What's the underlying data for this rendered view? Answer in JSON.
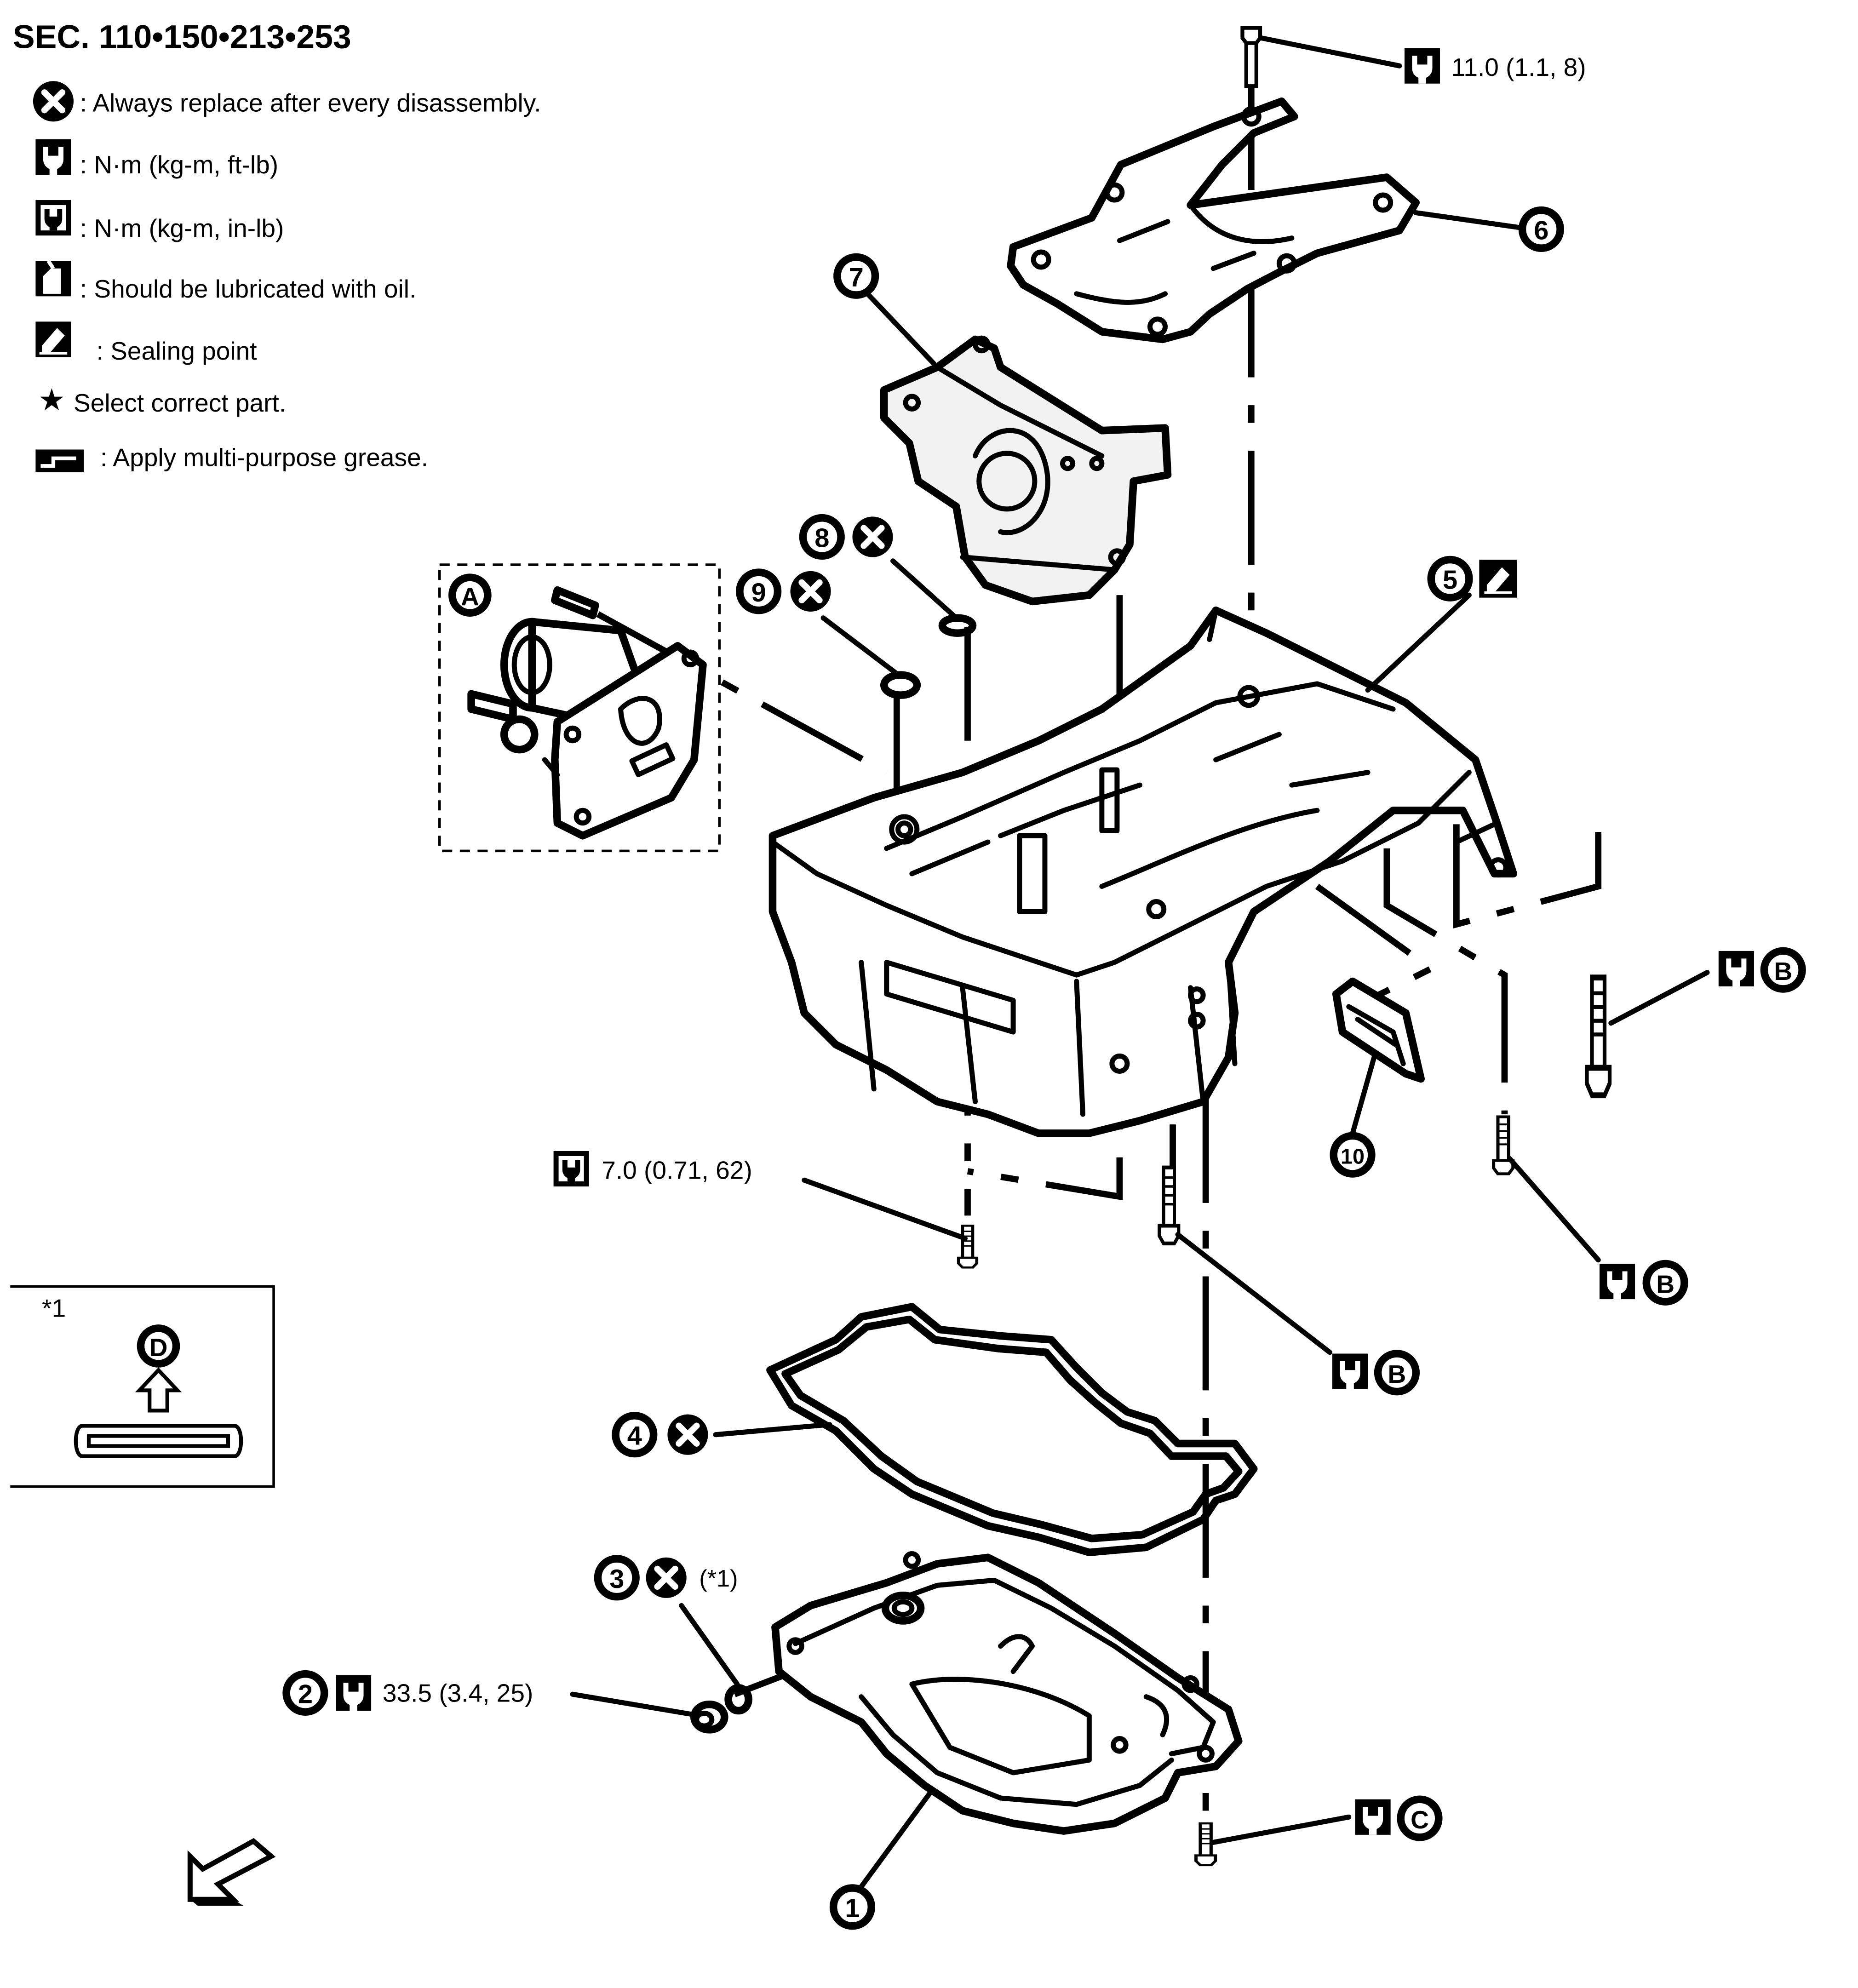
{
  "section": "SEC. 110•150•213•253",
  "legend": [
    {
      "icon": "replace-x-icon",
      "text": ": Always replace after every disassembly."
    },
    {
      "icon": "torque-ft-lb-icon",
      "text": ": N·m (kg-m, ft-lb)"
    },
    {
      "icon": "torque-in-lb-icon",
      "text": ": N·m (kg-m, in-lb)"
    },
    {
      "icon": "oil-can-icon",
      "text": ": Should be lubricated with oil."
    },
    {
      "icon": "sealing-point-icon",
      "text": ": Sealing point"
    },
    {
      "icon": "star-icon",
      "text": "Select correct part."
    },
    {
      "icon": "grease-icon",
      "text": ": Apply multi-purpose grease."
    }
  ],
  "torques": {
    "top_bolt": "11.0 (1.1, 8)",
    "strainer_bolt": "7.0 (0.71, 62)",
    "drain_plug": "33.5 (3.4, 25)"
  },
  "callouts": {
    "n1": "1",
    "n2": "2",
    "n3": "3",
    "n4": "4",
    "n5": "5",
    "n6": "6",
    "n7": "7",
    "n8": "8",
    "n9": "9",
    "n10": "10",
    "A": "A",
    "B": "B",
    "C": "C",
    "D": "D"
  },
  "notes": {
    "ref1": "(*1)",
    "inset_mark": "*1"
  },
  "colors": {
    "ink": "#000000",
    "paper": "#ffffff"
  }
}
